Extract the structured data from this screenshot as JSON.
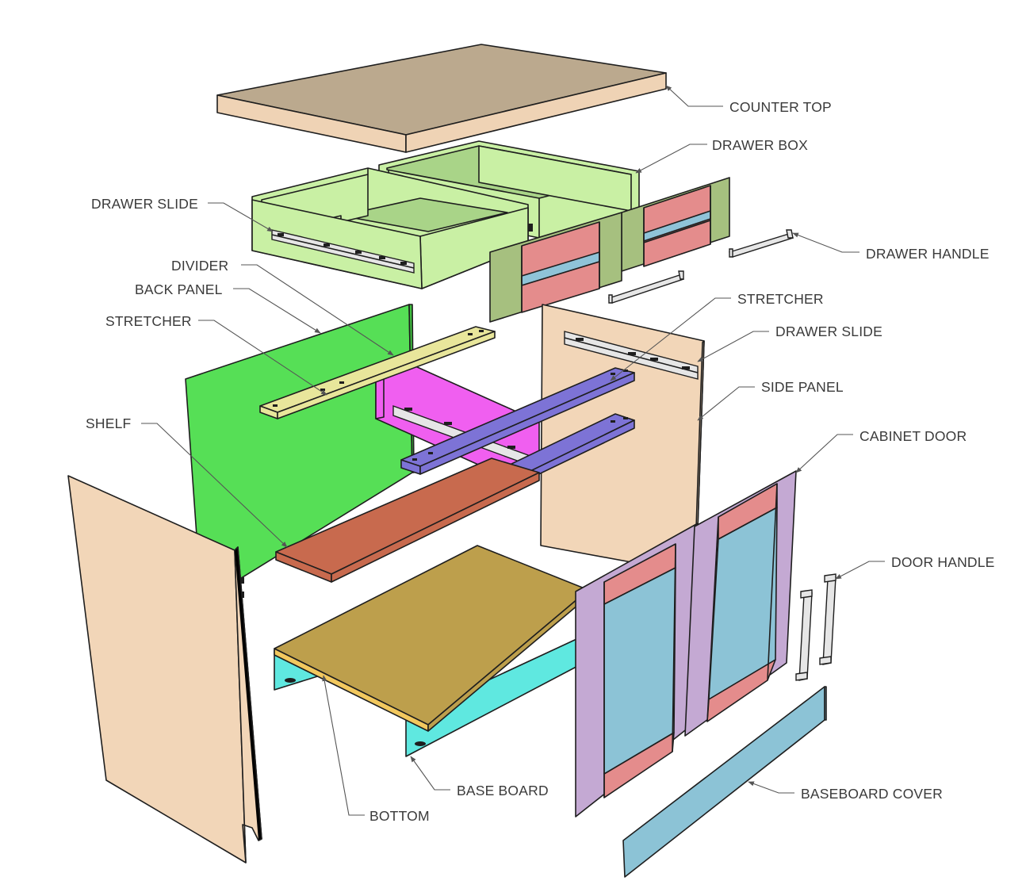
{
  "labels": {
    "counter_top": "COUNTER TOP",
    "drawer_box": "DRAWER BOX",
    "drawer_slide_left": "DRAWER SLIDE",
    "drawer_handle": "DRAWER HANDLE",
    "divider": "DIVIDER",
    "back_panel": "BACK PANEL",
    "stretcher_right": "STRETCHER",
    "stretcher_left": "STRETCHER",
    "drawer_slide_right": "DRAWER SLIDE",
    "side_panel": "SIDE PANEL",
    "shelf": "SHELF",
    "cabinet_door": "CABINET DOOR",
    "door_handle": "DOOR HANDLE",
    "base_board": "BASE BOARD",
    "baseboard_cover": "BASEBOARD COVER",
    "bottom": "BOTTOM"
  },
  "colors": {
    "counter_top": "#bba98e",
    "counter_edge": "#efd3b5",
    "drawer_box": "#c9f0a4",
    "drawer_box_inner": "#a9d488",
    "drawer_front_rail": "#a6c07f",
    "drawer_front_panel": "#e48c8c",
    "drawer_front_slot": "#8fc3d8",
    "back_panel": "#56df56",
    "back_panel_edge": "#3fbf3f",
    "side_panel": "#f2d6b8",
    "stretcher_yellow": "#e8e69b",
    "stretcher_blue": "#7d73d6",
    "divider": "#f05ff0",
    "shelf": "#c86a4e",
    "bottom": "#bd9f4c",
    "bottom_edge": "#f2c85e",
    "base_board": "#5fe8e0",
    "door_frame": "#c4a9d3",
    "door_rail": "#e48c8c",
    "door_glass": "#8cc3d6",
    "baseboard_cover": "#8cc3d6",
    "hardware": "#e6e6e6"
  }
}
